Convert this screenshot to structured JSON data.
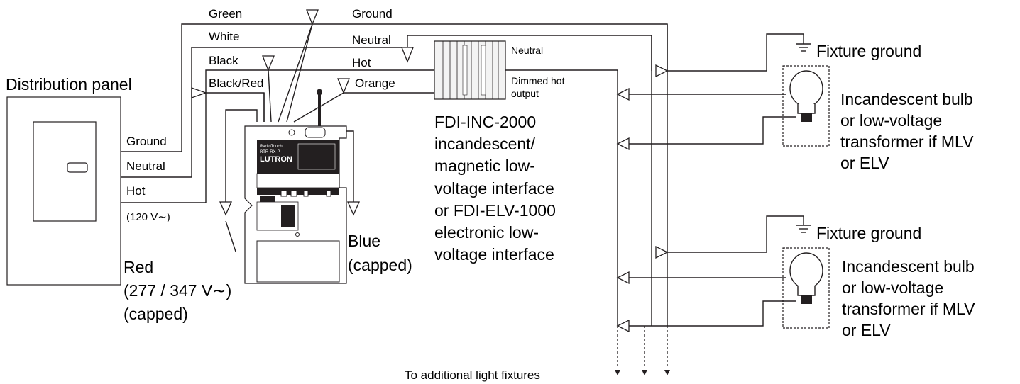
{
  "distribution_panel": {
    "title": "Distribution panel",
    "ground": "Ground",
    "neutral": "Neutral",
    "hot": "Hot",
    "voltage": "(120 V∼)"
  },
  "wires_top": {
    "green": "Green",
    "white": "White",
    "black": "Black",
    "black_red": "Black/Red",
    "orange": "Orange",
    "ground": "Ground",
    "neutral": "Neutral",
    "hot": "Hot"
  },
  "red_wire": {
    "line1": "Red",
    "line2": "(277 / 347 V∼)",
    "line3": "(capped)"
  },
  "blue_wire": {
    "line1": "Blue",
    "line2": "(capped)"
  },
  "interface_outputs": {
    "neutral": "Neutral",
    "dimmed_line1": "Dimmed hot",
    "dimmed_line2": "output"
  },
  "interface_description": [
    "FDI-INC-2000",
    "incandescent/",
    "magnetic low-",
    "voltage interface",
    "or FDI-ELV-1000",
    "electronic low-",
    "voltage interface"
  ],
  "fixture_1": {
    "ground": "Fixture ground",
    "desc": [
      "Incandescent bulb",
      "or low-voltage",
      "transformer if MLV",
      "or ELV"
    ]
  },
  "fixture_2": {
    "ground": "Fixture ground",
    "desc": [
      "Incandescent bulb",
      "or low-voltage",
      "transformer if MLV",
      "or ELV"
    ]
  },
  "footer": {
    "additional": "To additional light fixtures"
  },
  "module": {
    "brand": "LUTRON",
    "series": "RadioTouch",
    "model": "RTR-RX-P"
  }
}
